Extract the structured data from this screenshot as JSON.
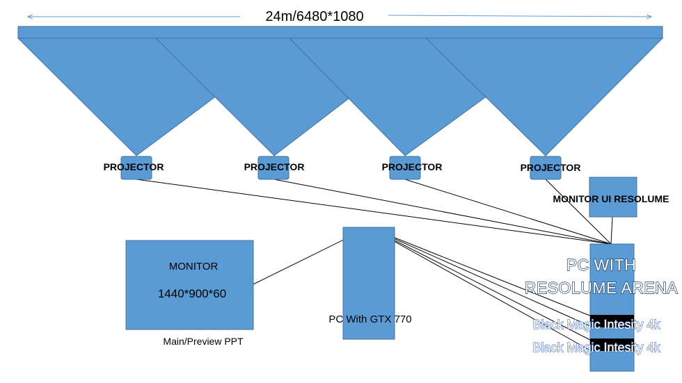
{
  "screen_label": "24m/6480*1080",
  "projectors": [
    {
      "label": "PROJECTOR"
    },
    {
      "label": "PROJECTOR"
    },
    {
      "label": "PROJECTOR"
    },
    {
      "label": "PROJECTOR"
    }
  ],
  "monitor_ui": {
    "label": "MONITOR UI RESOLUME"
  },
  "monitor": {
    "title": "MONITOR",
    "resolution": "1440*900*60",
    "caption": "Main/Preview PPT"
  },
  "pc_gtx": {
    "label": "PC With GTX 770"
  },
  "pc_resolume": {
    "line1": "PC WITH",
    "line2": "RESOLUME ARENA"
  },
  "capture_cards": [
    {
      "label": "Black Magic Intesity 4k"
    },
    {
      "label": "Black Magic Intesity 4k"
    }
  ],
  "colors": {
    "fill": "#5b9bd5",
    "border": "#41719c",
    "wire": "#000000",
    "capture_bar": "#000000"
  }
}
